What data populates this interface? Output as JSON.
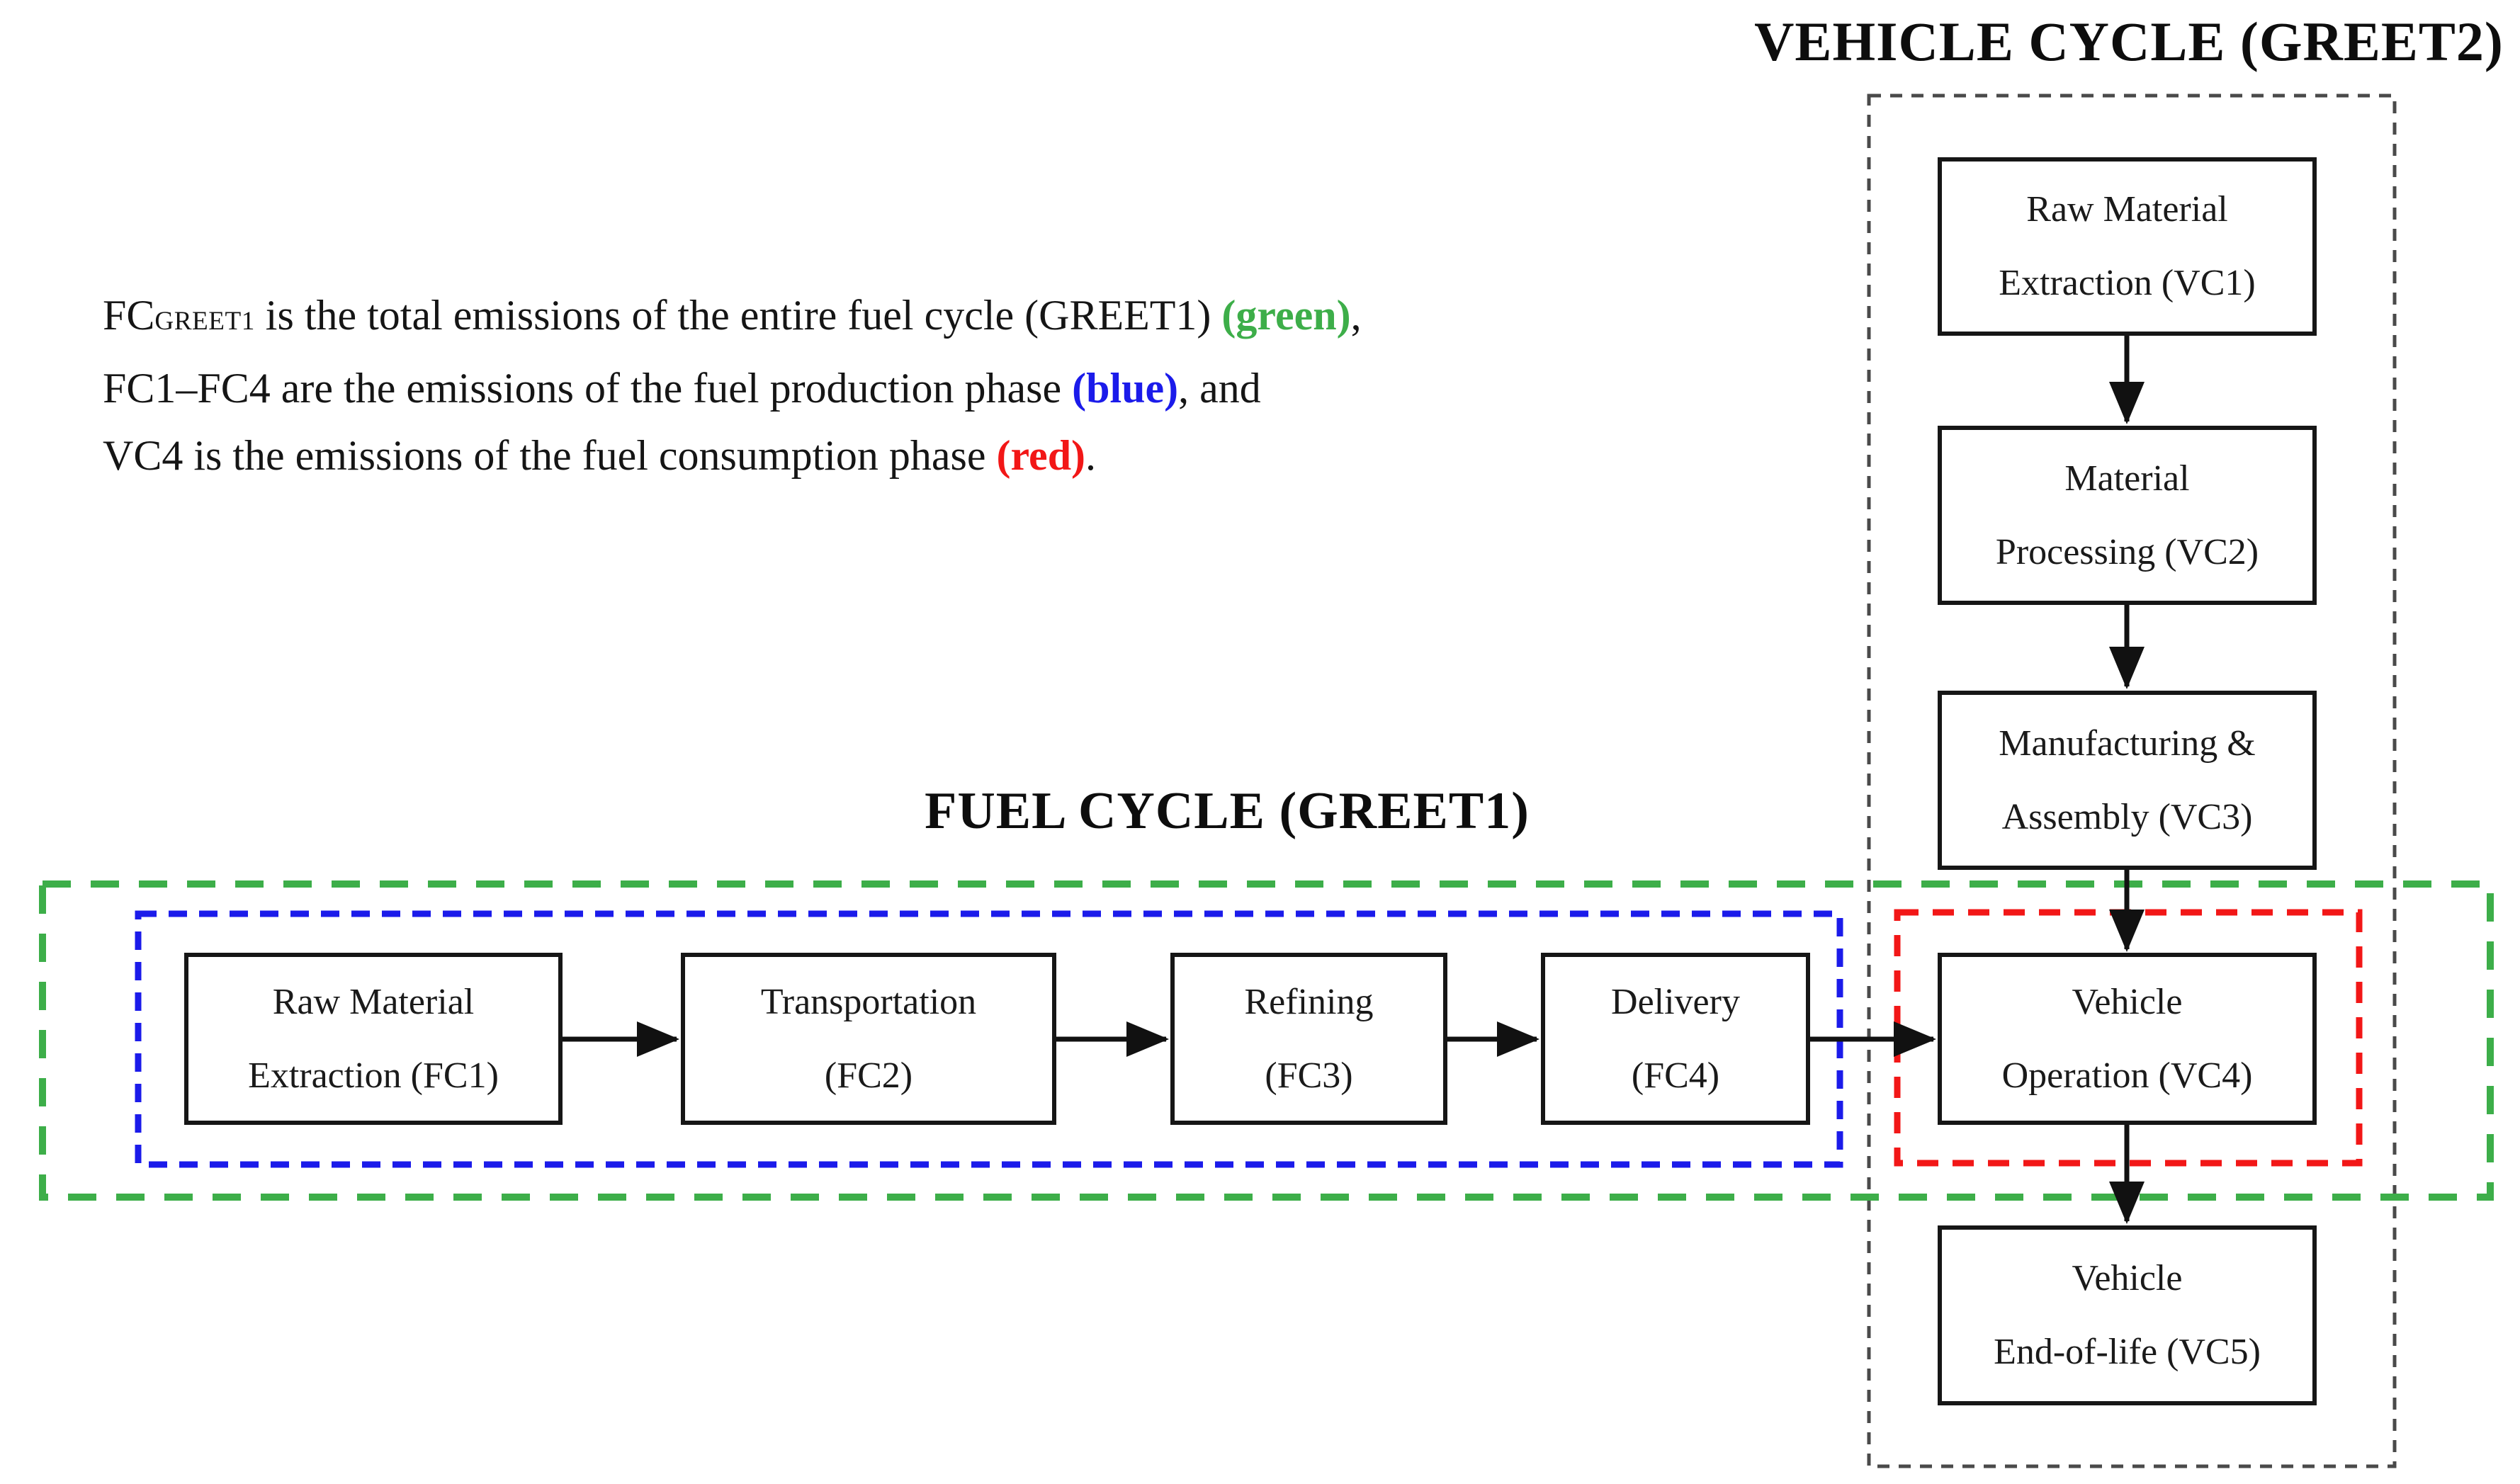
{
  "titles": {
    "fuel_cycle": "FUEL CYCLE (GREET1)",
    "vehicle_cycle": "VEHICLE CYCLE (GREET2)"
  },
  "legend": {
    "line1_prefix": "FC",
    "line1_subscript": "GREET1",
    "line1_body": " is the total emissions of the entire fuel cycle (GREET1) ",
    "line1_colored": "(green)",
    "line1_suffix": ",",
    "line2_body": "FC1–FC4 are the emissions of the fuel production phase ",
    "line2_colored": "(blue)",
    "line2_suffix": ", and",
    "line3_body": "VC4 is the emissions of the fuel consumption phase ",
    "line3_colored": "(red)",
    "line3_suffix": "."
  },
  "fuel_boxes": [
    {
      "line1": "Raw Material",
      "line2": "Extraction (FC1)"
    },
    {
      "line1": "Transportation",
      "line2": "(FC2)"
    },
    {
      "line1": "Refining",
      "line2": "(FC3)"
    },
    {
      "line1": "Delivery",
      "line2": "(FC4)"
    }
  ],
  "vehicle_boxes": [
    {
      "line1": "Raw Material",
      "line2": "Extraction (VC1)"
    },
    {
      "line1": "Material",
      "line2": "Processing (VC2)"
    },
    {
      "line1": "Manufacturing &",
      "line2": "Assembly (VC3)"
    },
    {
      "line1": "Vehicle",
      "line2": "Operation (VC4)"
    },
    {
      "line1": "Vehicle",
      "line2": "End-of-life (VC5)"
    }
  ],
  "colors": {
    "green": "#3dae49",
    "blue": "#1b1bea",
    "red": "#f21717",
    "frame-gray": "#4a4a4a",
    "box-border": "#161616",
    "arrow": "#111111"
  }
}
